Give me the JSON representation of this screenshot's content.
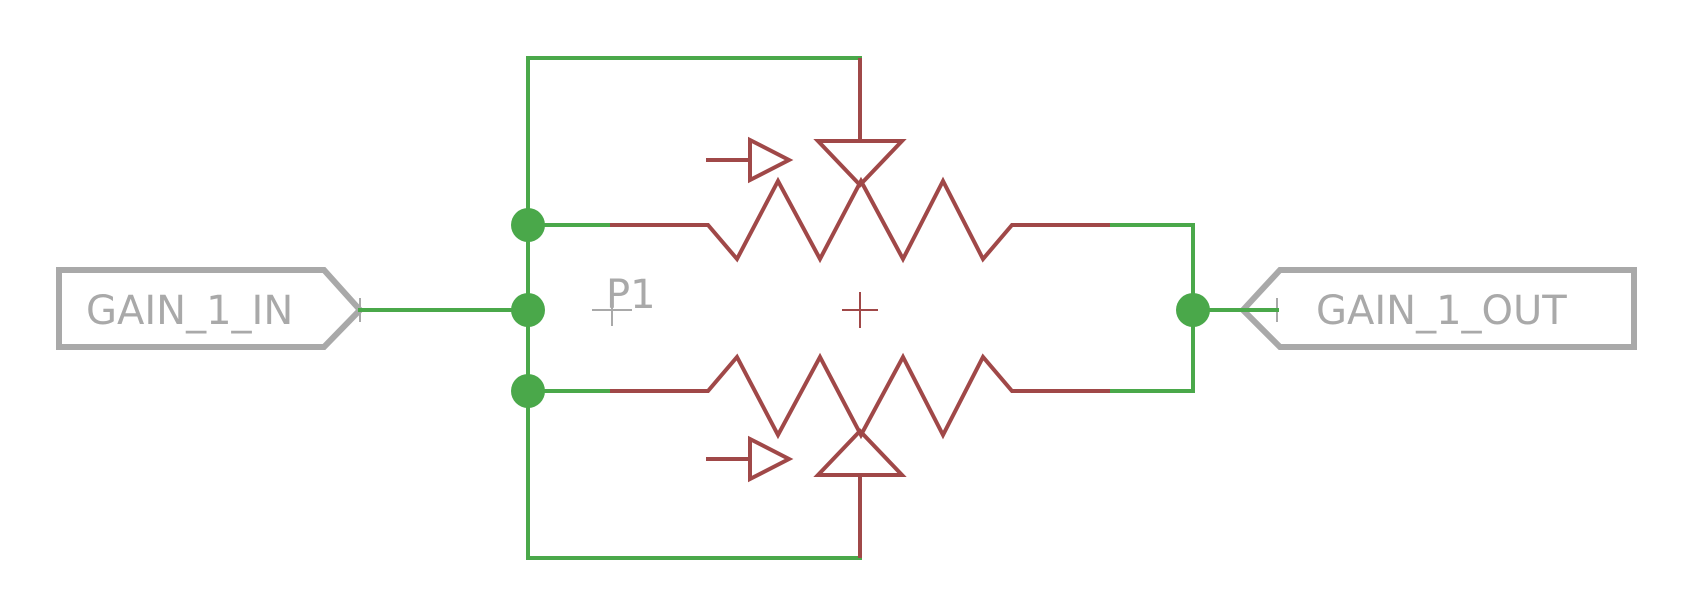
{
  "diagram": {
    "ports": {
      "input": {
        "label": "GAIN_1_IN"
      },
      "output": {
        "label": "GAIN_1_OUT"
      }
    },
    "component": {
      "reference": "P1"
    },
    "colors": {
      "wire": "#4aa84a",
      "component": "#a04848",
      "port": "#a9a9a9",
      "background": "#ffffff"
    }
  }
}
